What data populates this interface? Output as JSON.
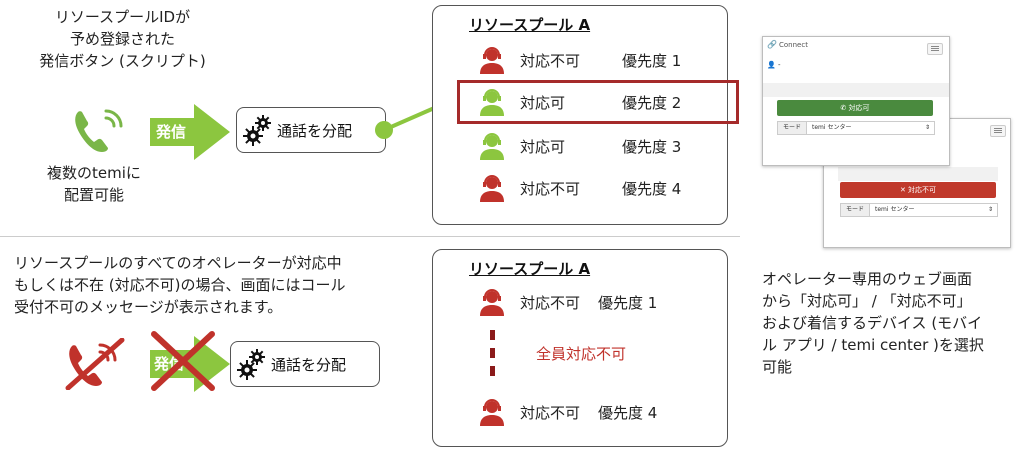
{
  "top": {
    "script_caption_lines": [
      "リソースプールIDが",
      "予め登録された",
      "発信ボタン (スクリプト)"
    ],
    "multi_caption_lines": [
      "複数のtemiに",
      "配置可能"
    ],
    "call_arrow_label": "発信",
    "distribute_label": "通話を分配",
    "pool": {
      "title": "リソースプール A",
      "rows": [
        {
          "status": "対応不可",
          "priority": "優先度 1",
          "color": "#c0322b"
        },
        {
          "status": "対応可",
          "priority": "優先度 2",
          "color": "#8cc63f"
        },
        {
          "status": "対応可",
          "priority": "優先度 3",
          "color": "#8cc63f"
        },
        {
          "status": "対応不可",
          "priority": "優先度 4",
          "color": "#c0322b"
        }
      ]
    }
  },
  "bottom": {
    "caption_lines": [
      "リソースプールのすべてのオペレーターが対応中",
      "もしくは不在 (対応不可)の場合、画面にはコール",
      "受付不可のメッセージが表示されます。"
    ],
    "call_arrow_label": "発信",
    "distribute_label": "通話を分配",
    "pool": {
      "title": "リソースプール A",
      "rows": [
        {
          "status": "対応不可",
          "priority": "優先度 1"
        },
        {
          "status": "対応不可",
          "priority": "優先度 4"
        }
      ],
      "all_busy": "全員対応不可"
    }
  },
  "screens": {
    "front": {
      "title": "Connect",
      "user": "-",
      "button": "対応可",
      "mode_label": "モード",
      "mode_value": "temi センター",
      "button_color": "#4a8a3e"
    },
    "back": {
      "button": "対応不可",
      "mode_label": "モード",
      "mode_value": "temi センター",
      "button_color": "#c0392b"
    }
  },
  "right_caption_lines": [
    "オペレーター専用のウェブ画面",
    "から「対応可」 / 「対応不可」",
    "および着信するデバイス (モバイ",
    "ル アプリ / temi center )を選択",
    "可能"
  ],
  "colors": {
    "green": "#8cc63f",
    "red": "#c0322b",
    "highlight": "#a52a2a"
  }
}
